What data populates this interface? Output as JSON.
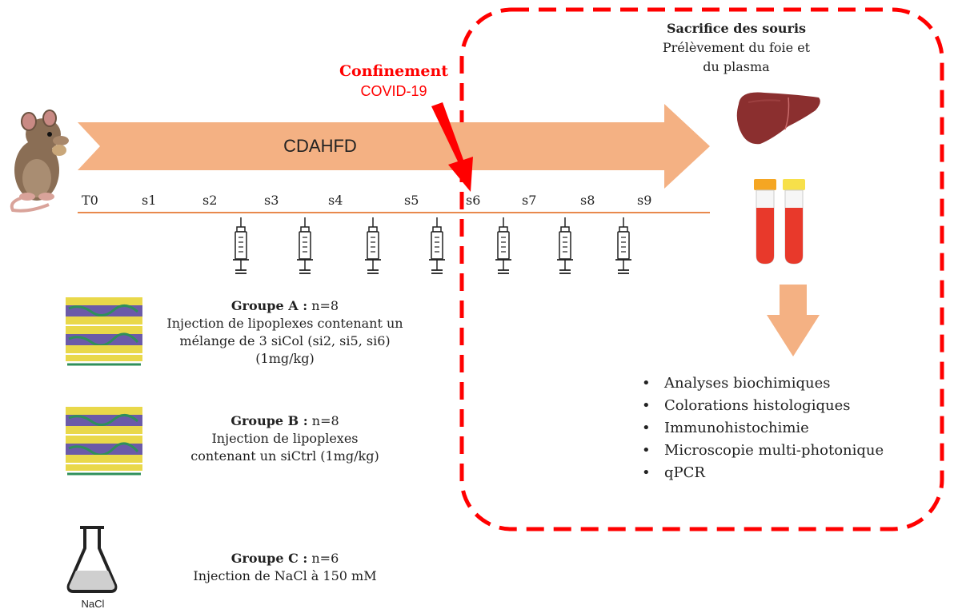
{
  "timeline": {
    "diet_label": "CDAHFD",
    "weeks": [
      "T0",
      "s1",
      "s2",
      "s3",
      "s4",
      "s5",
      "s6",
      "s7",
      "s8",
      "s9"
    ]
  },
  "confinement": {
    "title": "Confinement",
    "subtitle": "COVID-19"
  },
  "sacrifice": {
    "title": "Sacrifice des souris",
    "line1": "Prélèvement du foie et",
    "line2": "du plasma"
  },
  "groups": [
    {
      "title": "Groupe A :",
      "count": "n=8",
      "lines": [
        "Injection de lipoplexes contenant un",
        "mélange de 3 siCol (si2, si5, si6)",
        "(1mg/kg)"
      ]
    },
    {
      "title": "Groupe B :",
      "count": "n=8",
      "lines": [
        "Injection de lipoplexes",
        "contenant un siCtrl (1mg/kg)"
      ]
    },
    {
      "title": "Groupe C :",
      "count": "n=6",
      "lines": [
        "Injection de NaCl à 150 mM"
      ]
    }
  ],
  "flask_label": "NaCl",
  "analyses": [
    "Analyses biochimiques",
    "Colorations histologiques",
    "Immunohistochimie",
    "Microscopie multi-photonique",
    "qPCR"
  ],
  "colors": {
    "arrow_fill": "#f4b183",
    "timeline_line": "#e8894d",
    "dashed_border": "#ff0000",
    "confinement_text": "#ff0000",
    "liver": "#8b2f2f",
    "blood": "#e8392b",
    "cap_orange": "#f5a623",
    "cap_yellow": "#f7e04a",
    "down_arrow": "#f4b183"
  },
  "icons": [
    "mouse-icon",
    "syringe-icon",
    "liver-icon",
    "blood-tube-icon",
    "lipoplex-icon",
    "flask-icon",
    "down-arrow-icon",
    "red-arrow-icon"
  ]
}
